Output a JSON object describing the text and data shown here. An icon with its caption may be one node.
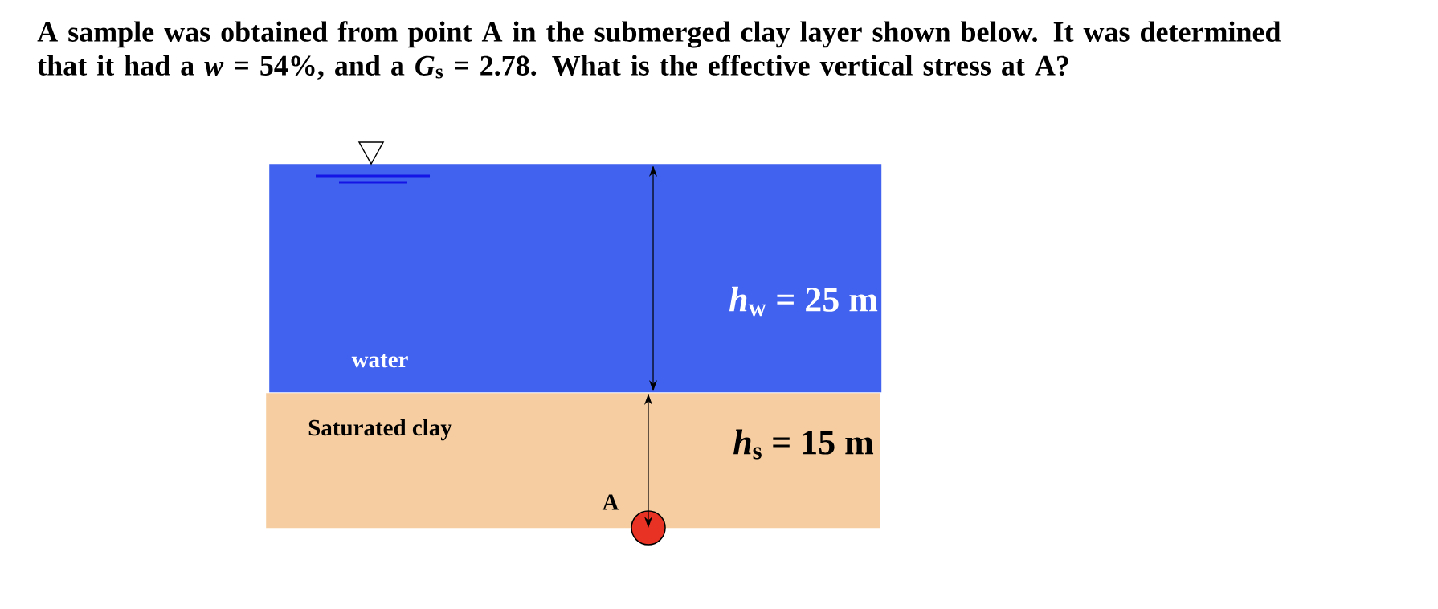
{
  "diagram": {
    "title": "A sample was obtained from point A in the submerged clay layer shown below. It was determined that it had a *w* = 54%, and a *G*$_{s}$ = 2.78. What is the effective vertical stress at A?",
    "nodes": [
      {
        "text": [
          "water"
        ]
      },
      {
        "text": [
          "Saturated clay"
        ]
      },
      {
        "text": [],
        "shape": "circle",
        "beside": [
          "A"
        ]
      }
    ],
    "edges": [
      {
        "from": 1,
        "to": 2,
        "arrow": "both"
      }
    ],
    "labels": [
      "*h*$_{w}$ = 25 m",
      "*h*$_{s}$ = 15 m"
    ]
  }
}
